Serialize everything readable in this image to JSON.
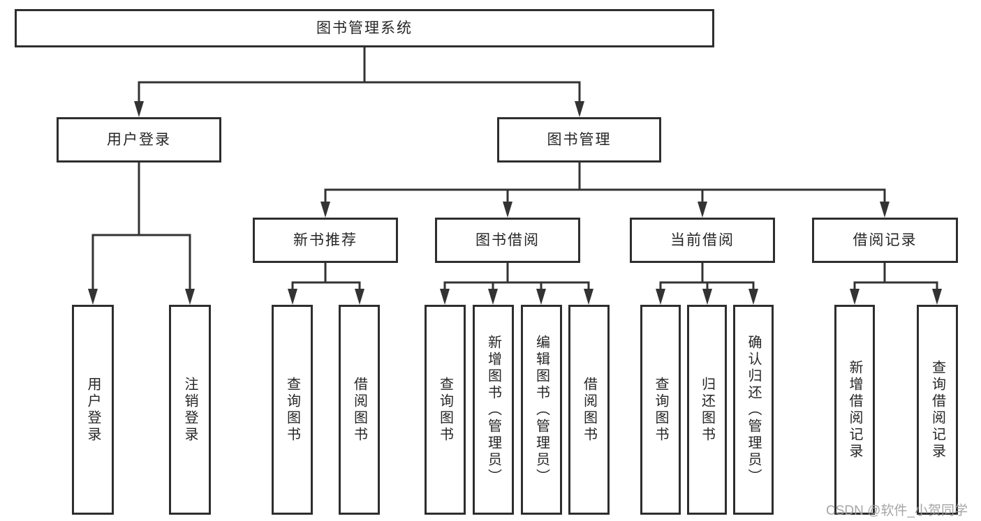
{
  "colors": {
    "line": "#333333",
    "box_border": "#2e2e2e",
    "text": "#262626",
    "watermark": "#9e9e9e",
    "background": "#ffffff"
  },
  "watermark": {
    "text": "CSDN @软件_小贺同学"
  },
  "tree": {
    "root": {
      "label": "图书管理系统",
      "children": [
        {
          "label": "用户登录",
          "children": [
            {
              "label": "用户登录"
            },
            {
              "label": "注销登录"
            }
          ]
        },
        {
          "label": "图书管理",
          "children": [
            {
              "label": "新书推荐",
              "children": [
                {
                  "label": "查询图书"
                },
                {
                  "label": "借阅图书"
                }
              ]
            },
            {
              "label": "图书借阅",
              "children": [
                {
                  "label": "查询图书"
                },
                {
                  "label": "新增图书（管理员）"
                },
                {
                  "label": "编辑图书（管理员）"
                },
                {
                  "label": "借阅图书"
                }
              ]
            },
            {
              "label": "当前借阅",
              "children": [
                {
                  "label": "查询图书"
                },
                {
                  "label": "归还图书"
                },
                {
                  "label": "确认归还（管理员）"
                }
              ]
            },
            {
              "label": "借阅记录",
              "children": [
                {
                  "label": "新增借阅记录"
                },
                {
                  "label": "查询借阅记录"
                }
              ]
            }
          ]
        }
      ]
    }
  }
}
